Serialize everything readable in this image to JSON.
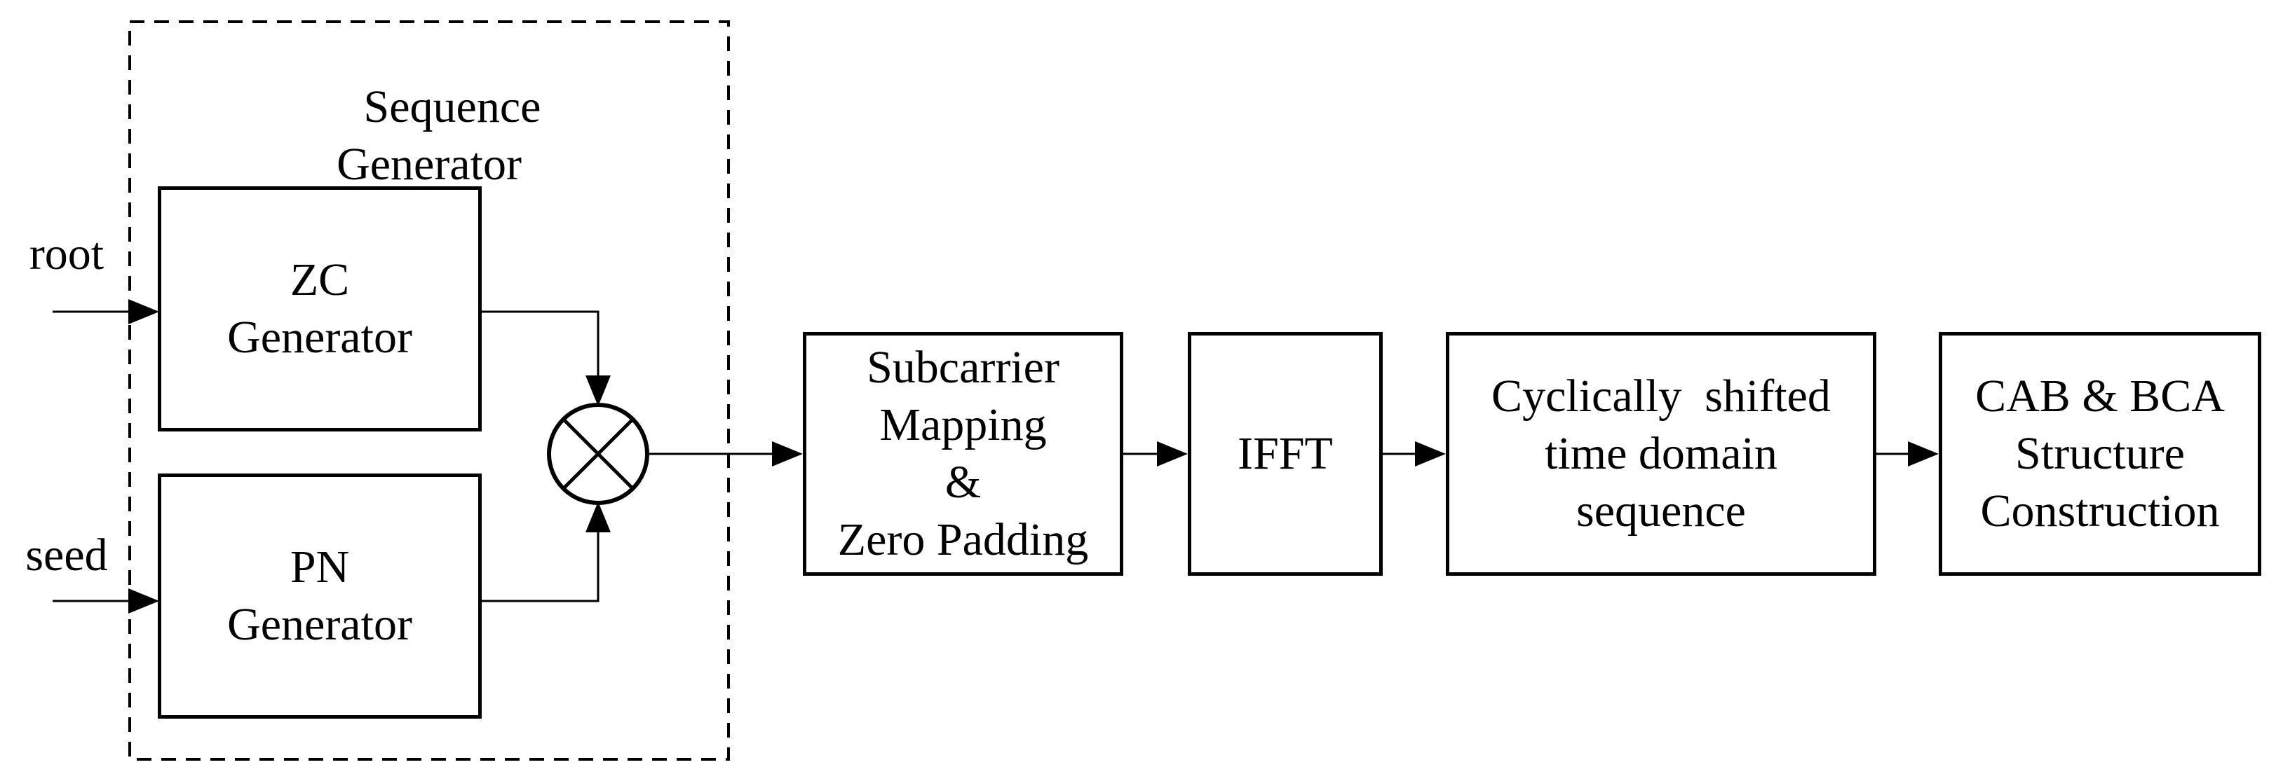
{
  "diagram": {
    "group": {
      "title": "Sequence\nGenerator"
    },
    "inputs": {
      "root_label": "root",
      "seed_label": "seed"
    },
    "blocks": {
      "zc_generator": "ZC\nGenerator",
      "pn_generator": "PN\nGenerator",
      "subcarrier": "Subcarrier\nMapping\n&\nZero Padding",
      "ifft": "IFFT",
      "cyclic_shift": "Cyclically  shifted\ntime domain\nsequence",
      "cab_bca": "CAB & BCA\nStructure\nConstruction"
    },
    "operator": {
      "name": "multiplier",
      "symbol": "circled-times"
    },
    "colors": {
      "stroke": "#000000",
      "background": "#ffffff"
    }
  }
}
